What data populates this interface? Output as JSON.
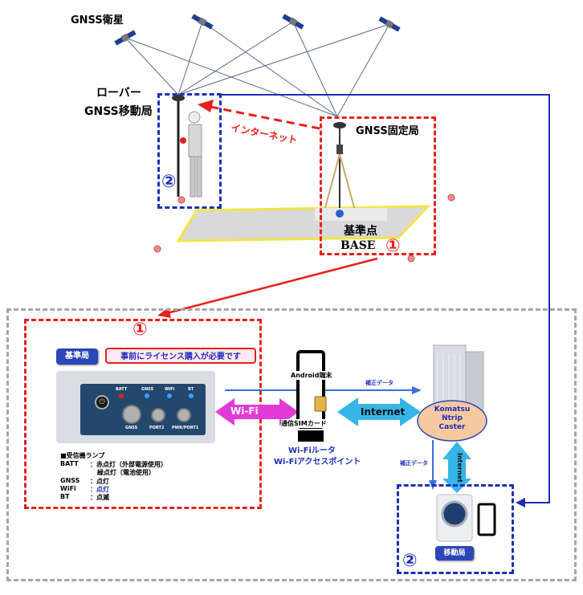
{
  "satellites_label": "GNSS衛星",
  "rover": {
    "title_line1": "ローバー",
    "title_line2": "GNSS移動局",
    "marker": "②"
  },
  "internet_label": "インターネット",
  "base": {
    "title": "GNSS固定局",
    "point_line1": "基準点",
    "point_line2": "BASE",
    "marker": "①"
  },
  "receiver_panel": {
    "marker": "①",
    "station_tag": "基準局",
    "license_note": "事前にライセンス購入が必要です",
    "port_labels": [
      "GNSS",
      "PORT2",
      "PWR/PORT1"
    ],
    "led_labels": [
      "BATT",
      "GNSS",
      "WiFi",
      "BT"
    ],
    "lamp_title": "■受信機ランプ",
    "lamps": [
      {
        "name": "BATT",
        "desc": "：赤点灯（外部電源使用）"
      },
      {
        "name": "",
        "desc": "緑点灯（電池使用）"
      },
      {
        "name": "GNSS",
        "desc": "：点灯"
      },
      {
        "name": "WiFi",
        "desc": "：点灯"
      },
      {
        "name": "BT",
        "desc": "：点滅"
      }
    ]
  },
  "wifi_label": "Wi-Fi",
  "android_label": "Android端末",
  "sim_label": "通信SIMカード",
  "router_line1": "Wi-Fiルータ",
  "router_line2": "Wi-Fiアクセスポイント",
  "internet_arrow_label": "Internet",
  "correction_top": "補正データ",
  "correction_side": "補正データ",
  "internet_vertical": "Internet",
  "caster": {
    "line1": "Komatsu",
    "line2": "Ntrip",
    "line3": "Caster"
  },
  "mobile_station": {
    "label": "移動局",
    "marker": "②"
  },
  "colors": {
    "red": "#e8201c",
    "blue": "#1f2fb8",
    "navy": "#2b47b7",
    "magenta": "#e23ad7",
    "cyan": "#35b5e8",
    "caster": "#f7c9a0"
  }
}
